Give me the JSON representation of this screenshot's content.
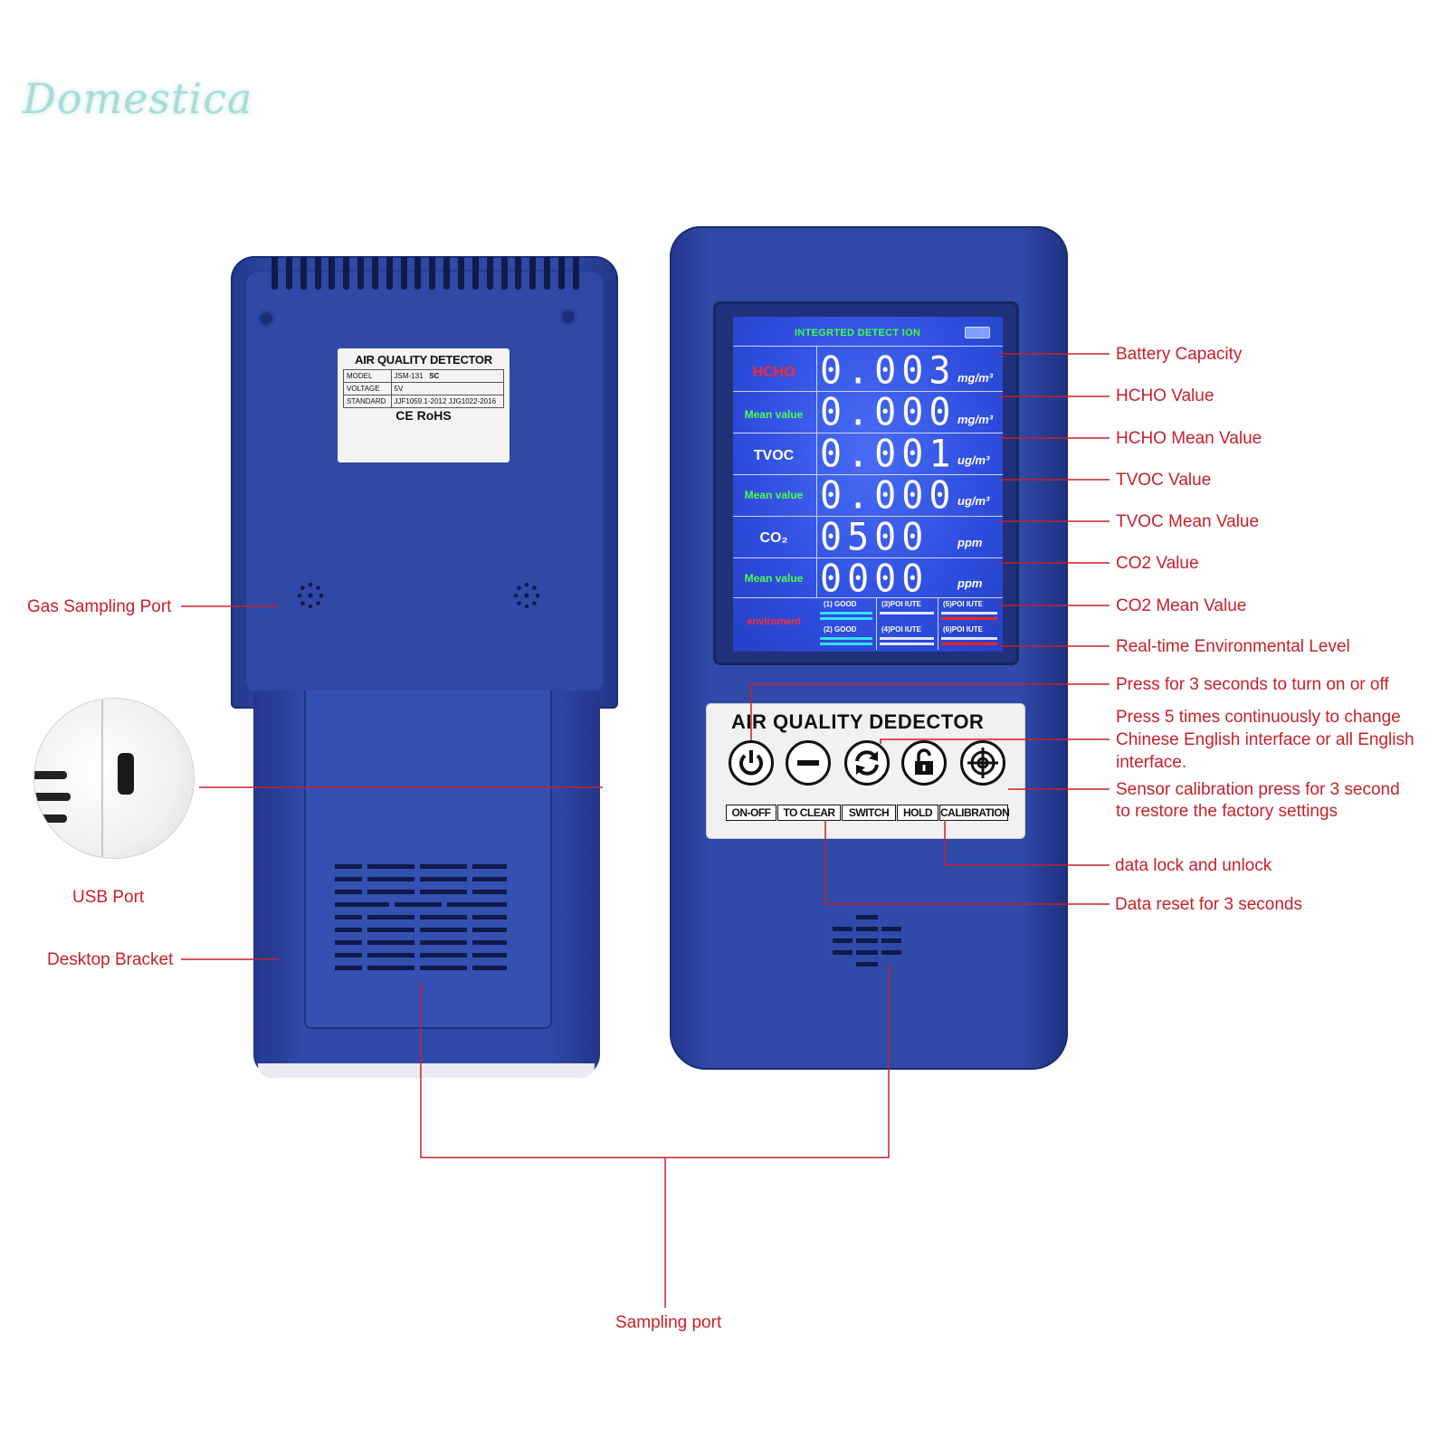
{
  "brand": "Domestica",
  "back": {
    "label": {
      "title": "AIR QUALITY DETECTOR",
      "rows": [
        {
          "key": "MODEL",
          "value": "JSM-131",
          "extra": "SC"
        },
        {
          "key": "VOLTAGE",
          "value": "5V",
          "extra": ""
        },
        {
          "key": "STANDARD",
          "value": "JJF1059.1-2012 JJG1022-2016",
          "extra": ""
        }
      ],
      "marks": "CE      RoHS"
    }
  },
  "lcd": {
    "title": "INTEGRTED DETECT ION",
    "rows": [
      {
        "label": "HCHO",
        "label_color": "#ff2a2a",
        "digits": "0.003",
        "unit": "mg/m³"
      },
      {
        "label": "Mean value",
        "label_color": "#4dff4d",
        "digits": "0.000",
        "unit": "mg/m³"
      },
      {
        "label": "TVOC",
        "label_color": "#ffffff",
        "digits": "0.001",
        "unit": "ug/m³"
      },
      {
        "label": "Mean value",
        "label_color": "#4dff4d",
        "digits": "0.000",
        "unit": "ug/m³"
      },
      {
        "label": "CO₂",
        "label_color": "#ffffff",
        "digits": "0500",
        "unit": "ppm"
      },
      {
        "label": "Mean value",
        "label_color": "#4dff4d",
        "digits": "0000",
        "unit": "ppm"
      }
    ],
    "environment": {
      "label": "enviroment",
      "levels": [
        "(1) GOOD",
        "(2) GOOD",
        "(3)POI IUTE",
        "(4)POI IUTE",
        "(5)POI IUTE",
        "(6)POI IUTE"
      ]
    }
  },
  "panel": {
    "title": "AIR QUALITY DEDECTOR",
    "buttons": [
      "ON-OFF",
      "TO CLEAR",
      "SWITCH",
      "HOLD",
      "CALIBRATION"
    ]
  },
  "callouts": {
    "battery": "Battery Capacity",
    "hcho": "HCHO Value",
    "hcho_mean": "HCHO Mean Value",
    "tvoc": "TVOC Value",
    "tvoc_mean": "TVOC Mean Value",
    "co2": "CO2 Value",
    "co2_mean": "CO2 Mean Value",
    "env": "Real-time Environmental Level",
    "onoff": "Press for 3 seconds to turn on or off",
    "switch_1": "Press 5 times continuously to change",
    "switch_2": "Chinese English interface or all English",
    "switch_3": "interface.",
    "calib_1": "Sensor calibration press for 3 second",
    "calib_2": "to restore the factory settings",
    "hold": "data lock and unlock",
    "clear": "Data reset for 3 seconds",
    "gas": "Gas Sampling Port",
    "usb": "USB Port",
    "bracket": "Desktop Bracket",
    "sampling": "Sampling port"
  },
  "colors": {
    "device_blue": "#2f4aa8",
    "lcd_blue": "#3a58e8",
    "callout_red": "#c8202a"
  }
}
